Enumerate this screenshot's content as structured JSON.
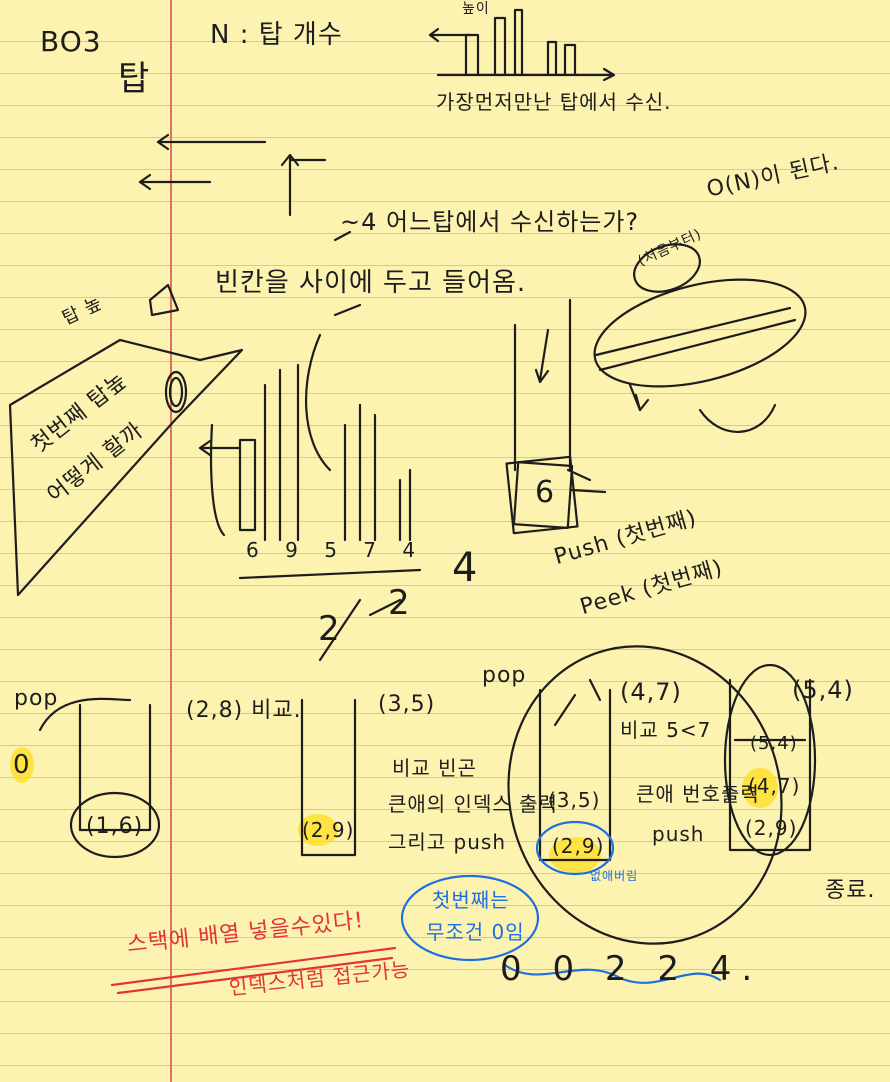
{
  "header": {
    "problem": "BO3",
    "title": "탑",
    "definition": "N : 탑 개수",
    "height_label": "높이",
    "rule": "가장먼저만난 탑에서 수신."
  },
  "notes": {
    "signal_hint": "~4 어느탑에서 수신하는가?",
    "complexity": "O(N)이 된다.",
    "repeat": "(처음부터)",
    "empty_space": "빈칸을 사이에 두고 들어옴.",
    "side_box_title": "탑 높",
    "side_box_line1": "첫번째 탑높",
    "side_box_line2": "어떻게 할까",
    "push_note": "Push (첫번째)",
    "peek_note": "Peek (첫번째)",
    "ops_left": "pop",
    "ops_mid": "pop",
    "compare1": "(2,8) 비교.",
    "compare2_pair": "(3,5)",
    "compare2_lines": [
      "비교 빈곤",
      "큰애의 인덱스 출력",
      "그리고 push"
    ],
    "compare3_pair": "(4,7)",
    "compare3_text": "비교 5<7",
    "compare3_lines": [
      "큰애 번호출력",
      "push"
    ],
    "compare4_pair": "(5,4)",
    "remove_note": "없애버림",
    "end_note": "종료.",
    "stack_note": "스택에 배열 넣을수있다!",
    "index_note": "인덱스처럼 접근가능",
    "first_zero_note": [
      "첫번째는",
      "무조건 0임"
    ],
    "answer": "0 0 2 2 4."
  },
  "figures": {
    "tower_heights_example": [
      "6",
      "9",
      "5",
      "7",
      "4"
    ],
    "answer_digits": [
      "2",
      "2",
      "4"
    ],
    "stack_left": "(1,6)",
    "stack_mid": "(2,9)",
    "stack_right_items": [
      "(3,5)",
      "(2,9)"
    ],
    "stack_far": [
      "(5,4)",
      "(4,7)",
      "(2,9)"
    ],
    "output_zero": "0",
    "box_value": "6"
  }
}
